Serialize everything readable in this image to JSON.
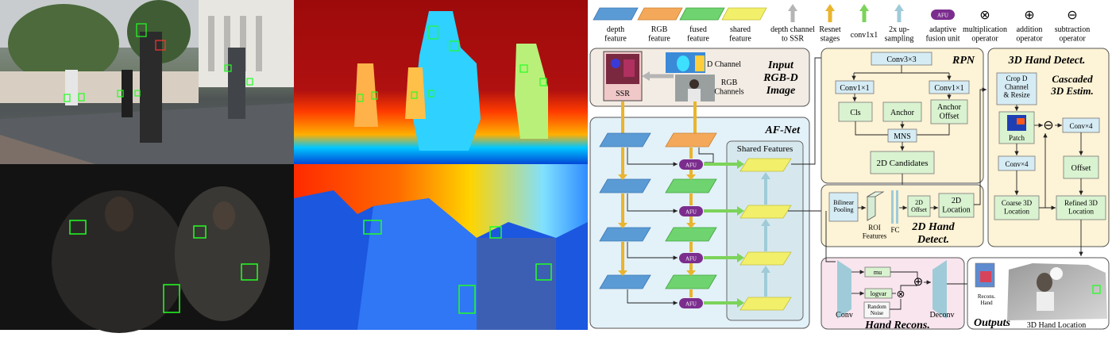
{
  "legend": {
    "depth_feature": "depth\nfeature",
    "rgb_feature": "RGB\nfeature",
    "fused_feature": "fused\nfeature",
    "shared_feature": "shared\nfeature",
    "depth_to_ssr": "depth channel\nto SSR",
    "resnet_stages": "Resnet\nstages",
    "conv1x1": "conv1x1",
    "upsampling": "2x up-\nsampling",
    "afu_badge": "AFU",
    "afu_desc": "adaptive\nfusion unit",
    "mult_desc": "multiplication\noperator",
    "add_desc": "addition\noperator",
    "sub_desc": "subtraction\noperator",
    "mult_sym": "⊗",
    "add_sym": "⊕",
    "sub_sym": "⊖"
  },
  "input_panel": {
    "title": "Input\nRGB-D\nImage",
    "d_channel": "D Channel",
    "rgb_channels": "RGB\nChannels",
    "ssr": "SSR"
  },
  "afnet": {
    "title": "AF-Net",
    "shared_features": "Shared Features",
    "afu": "AFU"
  },
  "rpn": {
    "title": "RPN",
    "conv3": "Conv3×3",
    "conv1a": "Conv1×1",
    "conv1b": "Conv1×1",
    "cls": "Cls",
    "anchor": "Anchor",
    "anchor_offset": "Anchor\nOffset",
    "mns": "MNS",
    "candidates": "2D Candidates"
  },
  "detect2d": {
    "title": "2D Hand\nDetect.",
    "bilinear": "Bilinear\nPooling",
    "roi": "ROI\nFeatures",
    "fc": "FC",
    "offset": "2D\nOffset",
    "location": "2D\nLocation"
  },
  "detect3d": {
    "title": "3D Hand Detect.",
    "cascaded": "Cascaded\n3D Estim.",
    "crop": "Crop D\nChannel\n& Resize",
    "patch": "Patch",
    "conv4a": "Conv×4",
    "conv4b": "Conv×4",
    "offset": "Offset",
    "coarse": "Coarse 3D\nLocation",
    "refined": "Refined 3D\nLocation",
    "sub_sym": "⊖"
  },
  "recon": {
    "title": "Hand Recons.",
    "conv": "Conv",
    "deconv": "Deconv",
    "mu": "mu",
    "logvar": "logvar",
    "noise": "Random\nNoise",
    "add_sym": "⊕",
    "mult_sym": "⊗"
  },
  "outputs": {
    "title": "Outputs",
    "recons_hand": "Recons.\nHand",
    "location": "3D Hand Location"
  },
  "colors": {
    "depth": "#5b9bd5",
    "rgb": "#f4a95a",
    "fused": "#6fd46f",
    "shared": "#f2ef6a",
    "afu": "#7b2d8e",
    "box_green": "#d9f2d0",
    "panel_beige": "#fdf3d6",
    "panel_blue": "#e3f1f8",
    "panel_pink": "#f9e5ee",
    "yellow_arrow": "#e9b52e",
    "green_arrow": "#7cd35a",
    "blue_arrow": "#9fcbd8"
  }
}
